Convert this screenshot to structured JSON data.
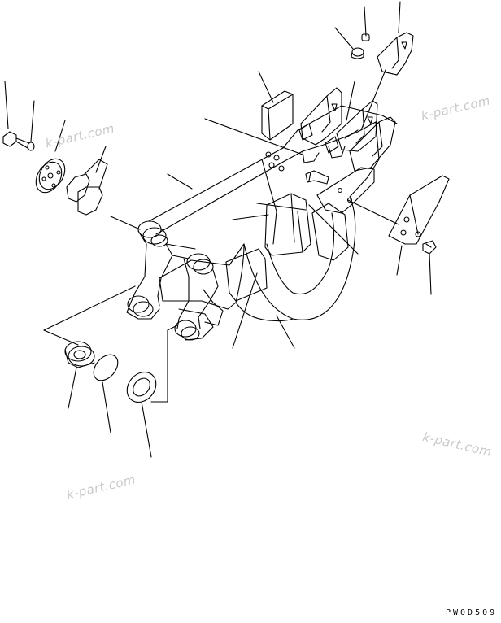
{
  "diagram": {
    "drawing_code": "PW0D509",
    "watermarks": [
      "k-part.com",
      "k-part.com",
      "k-part.com",
      "k-part.com"
    ]
  },
  "colors": {
    "line": "#000000",
    "watermark": "#c9c9c9",
    "background": "#ffffff"
  }
}
